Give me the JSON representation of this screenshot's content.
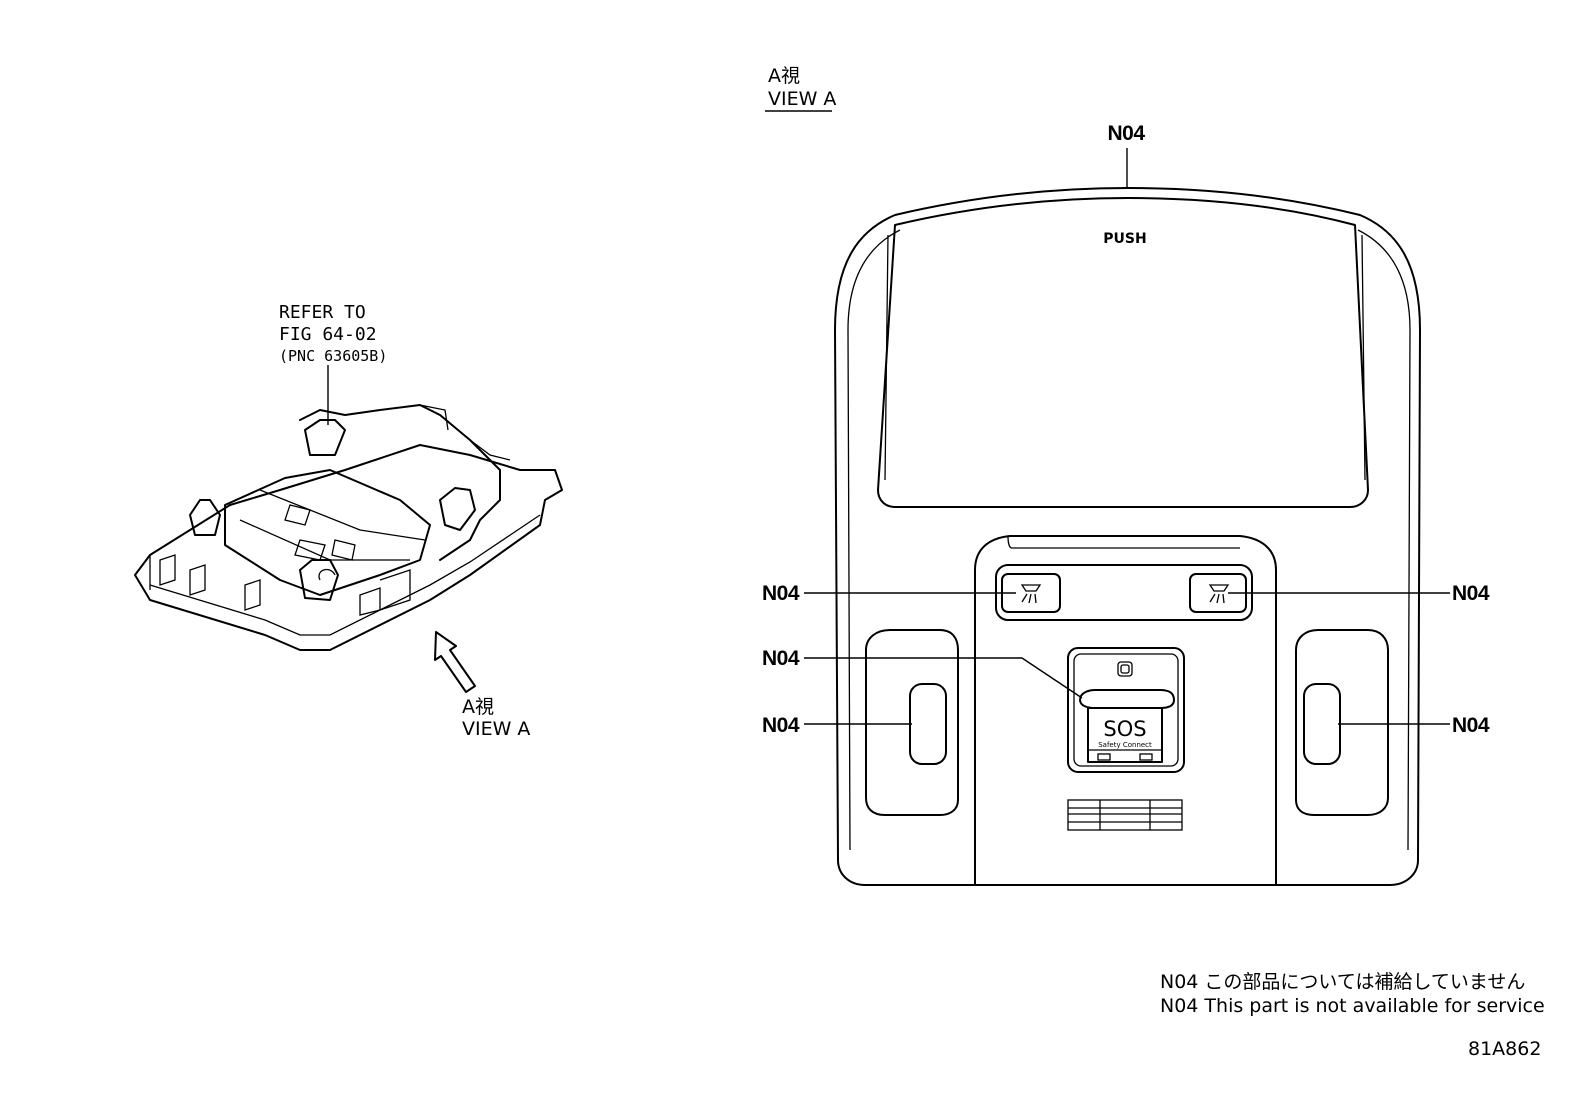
{
  "left_view": {
    "refer_line1": "REFER TO",
    "refer_line2": "FIG 64-02",
    "refer_line3": "(PNC 63605B)",
    "view_label_jp": "A視",
    "view_label_en": "VIEW A"
  },
  "right_view": {
    "title_jp": "A視",
    "title_en": "VIEW A",
    "push_label": "PUSH",
    "sos_label": "SOS",
    "sos_sublabel": "Safety Connect",
    "callouts": [
      "N04",
      "N04",
      "N04",
      "N04",
      "N04",
      "N04"
    ]
  },
  "notes": {
    "line_jp": "N04 この部品については補給していません",
    "line_en": "N04 This part is not available for service"
  },
  "figure_code": "81A862"
}
